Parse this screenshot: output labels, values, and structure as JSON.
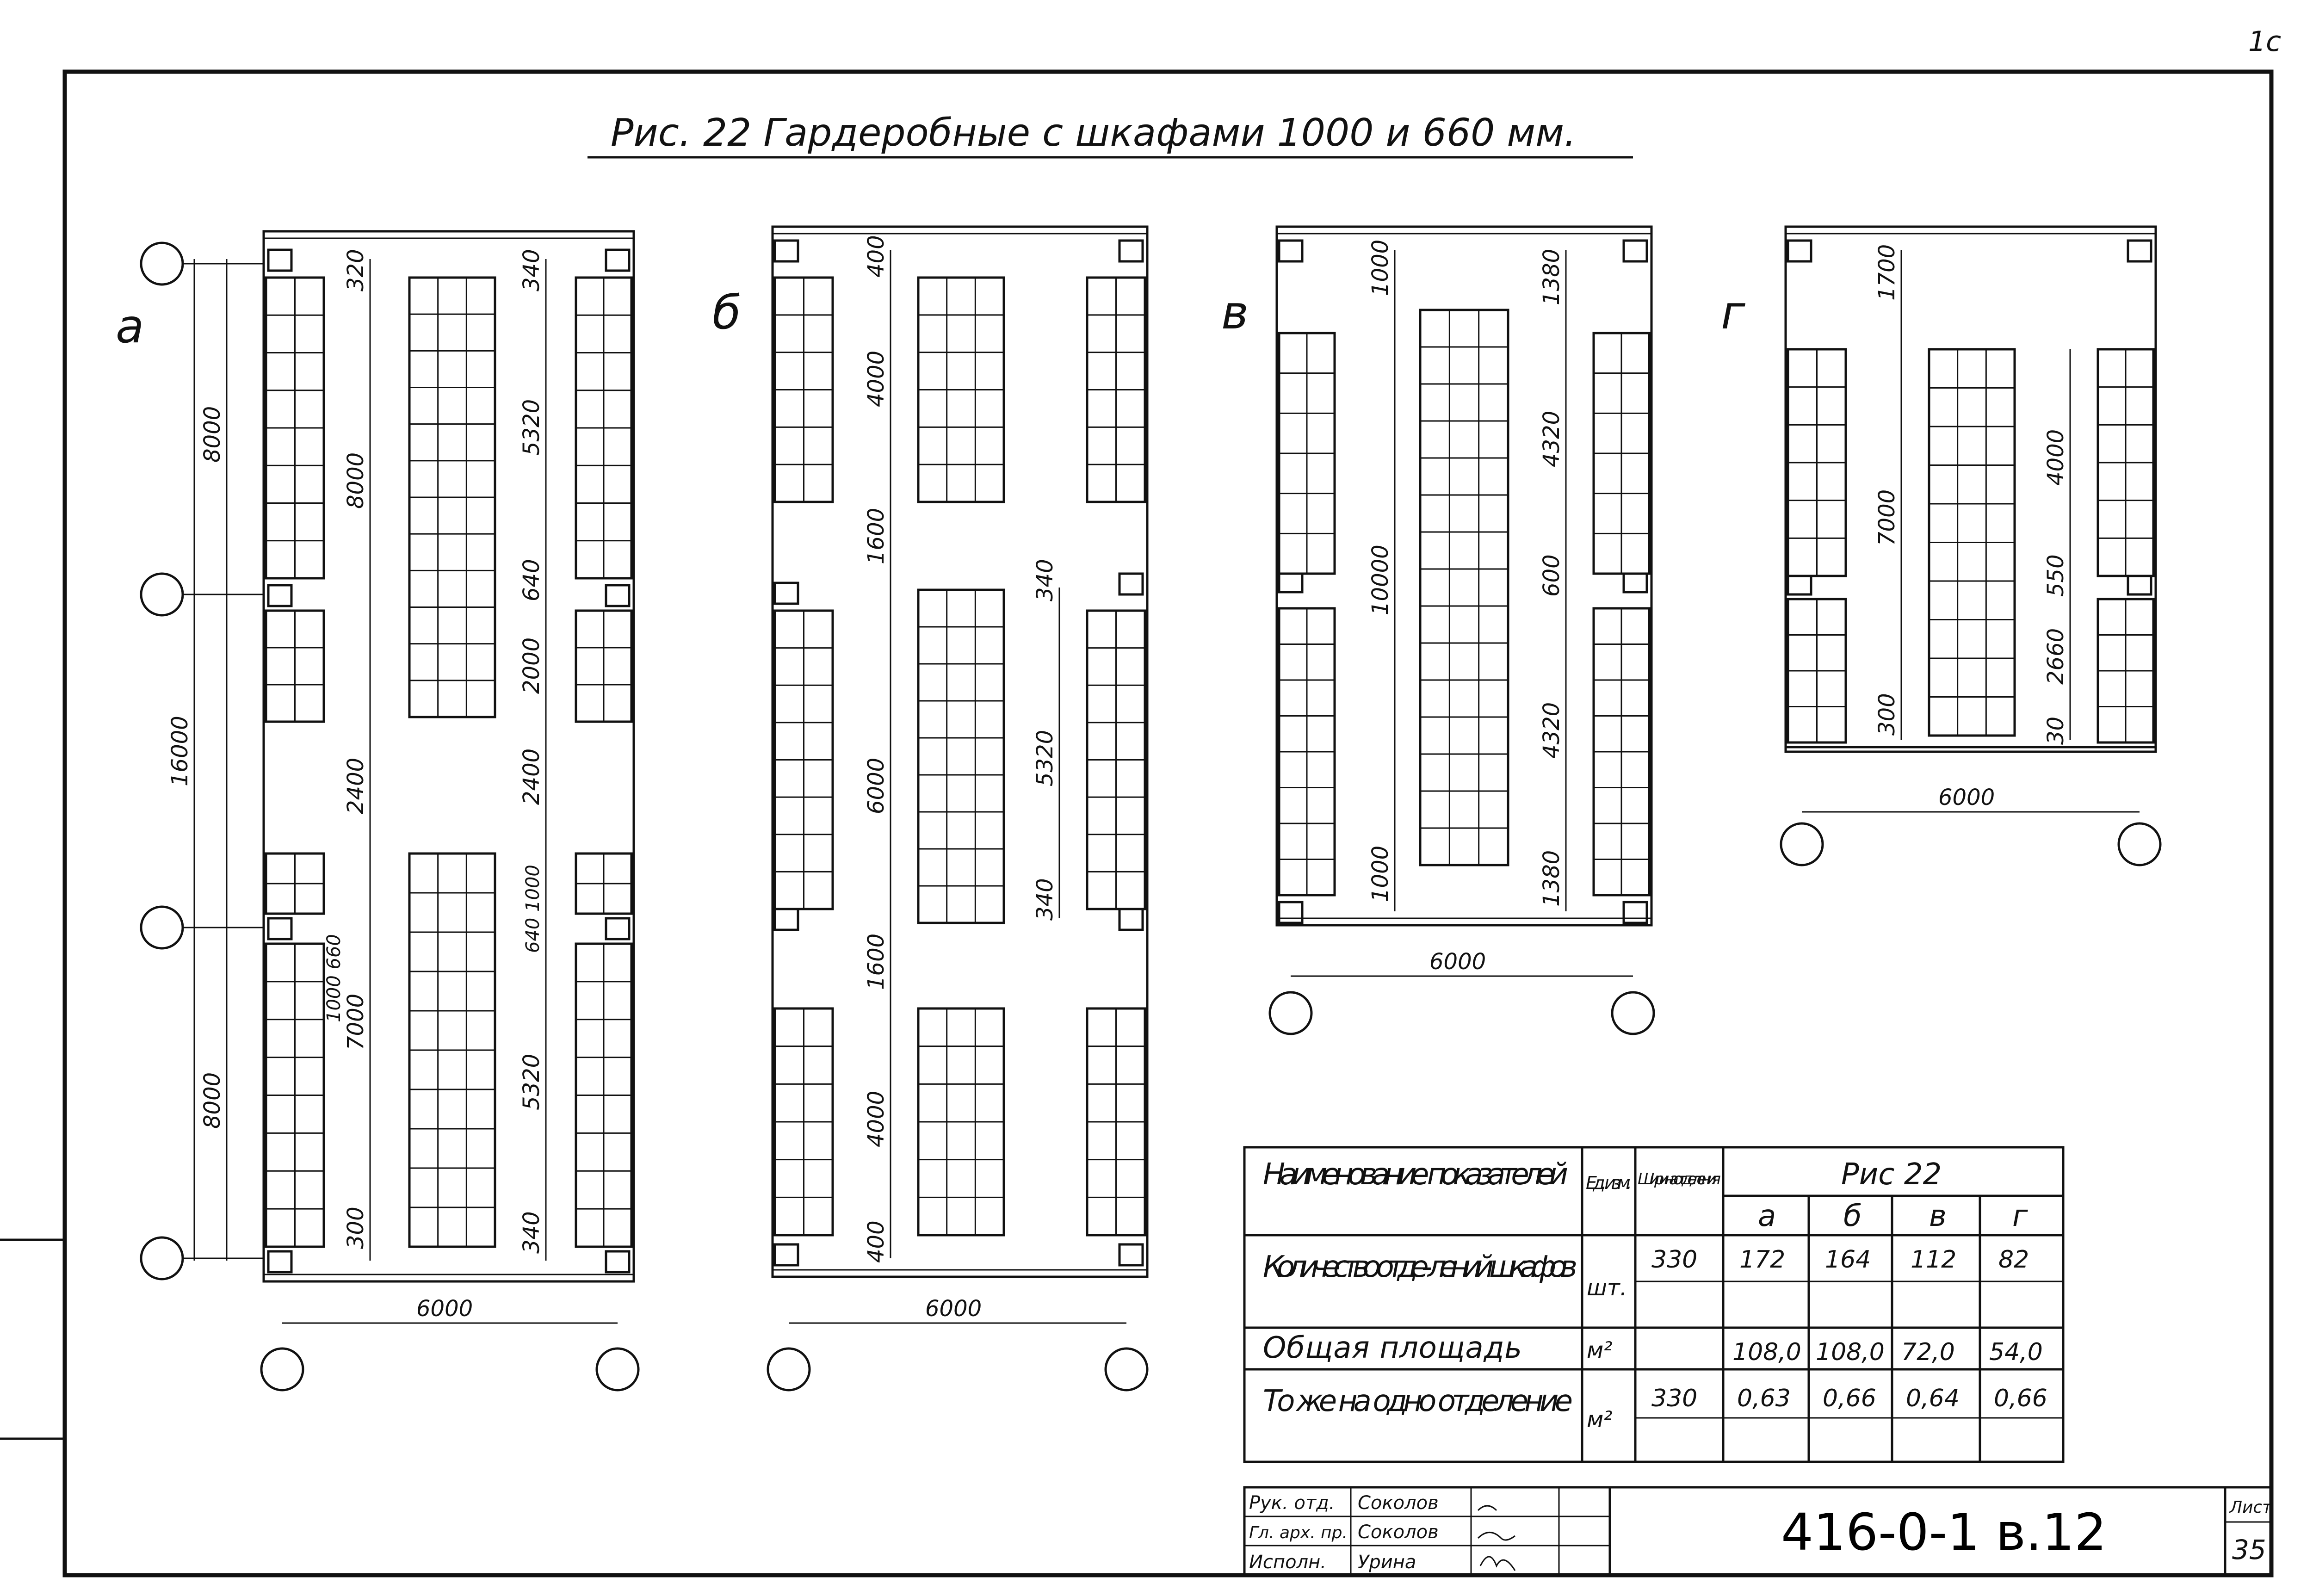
{
  "page_corner_mark": "1c",
  "title": "Рис. 22   Гардеробные  с шкафами  1000 и 660 мм.",
  "variants": {
    "a": {
      "letter": "а",
      "dims_left": [
        "8000",
        "16000",
        "8000"
      ],
      "dims_inner": [
        "320",
        "8000",
        "2400",
        "1000 660",
        "7000",
        "300"
      ],
      "dims_right": [
        "340",
        "5320",
        "640",
        "2000",
        "2400",
        "640 1000",
        "5320",
        "340"
      ],
      "dim_bottom": "6000"
    },
    "b": {
      "letter": "б",
      "dims_left": [
        "400",
        "4000",
        "1600",
        "1600",
        "4000",
        "400"
      ],
      "dims_middle": [
        "6000"
      ],
      "dims_right": [
        "340",
        "5320",
        "340"
      ],
      "dim_bottom": "6000"
    },
    "v": {
      "letter": "в",
      "dims_left": [
        "1000",
        "10000",
        "1000"
      ],
      "dims_right": [
        "1380",
        "4320",
        "600",
        "4320",
        "1380"
      ],
      "dim_bottom": "6000"
    },
    "g": {
      "letter": "г",
      "dims_left": [
        "1700",
        "7000",
        "300"
      ],
      "dims_right": [
        "4000",
        "550",
        "2660",
        "30"
      ],
      "dim_bottom": "6000"
    }
  },
  "table": {
    "headers": {
      "name": "Наименование показателей",
      "unit": "Ед. изм.",
      "width": "Ширина отделе- ния",
      "group": "Рис 22",
      "cols": [
        "а",
        "б",
        "в",
        "г"
      ]
    },
    "rows": [
      {
        "name": "Количество отде- лений шкафов",
        "unit": "шт.",
        "width": "330",
        "values": [
          "172",
          "164",
          "112",
          "82"
        ]
      },
      {
        "name": "Общая площадь",
        "unit": "м²",
        "width": "",
        "values": [
          "108,0",
          "108,0",
          "72,0",
          "54,0"
        ]
      },
      {
        "name": "То же на одно отделение",
        "unit": "м²",
        "width": "330",
        "values": [
          "0,63",
          "0,66",
          "0,64",
          "0,66"
        ]
      }
    ]
  },
  "stamp": {
    "rows": [
      {
        "role": "Рук. отд.",
        "name": "Соколов"
      },
      {
        "role": "Гл. арх. пр.",
        "name": "Соколов"
      },
      {
        "role": "Исполн.",
        "name": "Урина"
      }
    ],
    "doc_code": "416-0-1   в.12",
    "sheet_label": "Лист",
    "sheet_number": "35"
  }
}
